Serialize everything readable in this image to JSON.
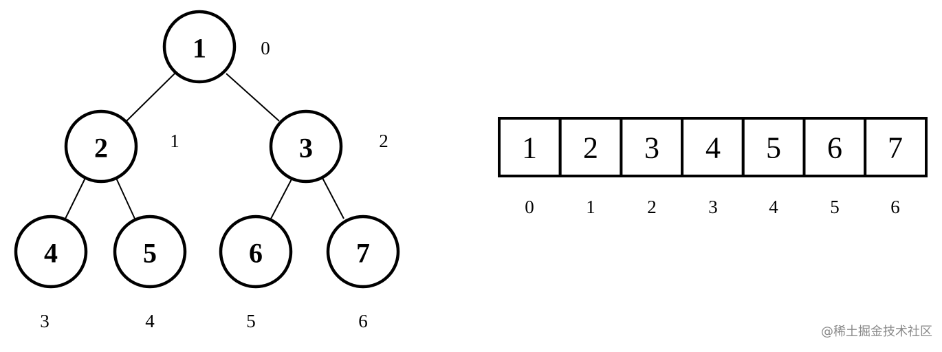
{
  "tree": {
    "nodes": [
      {
        "value": "1",
        "index": "0"
      },
      {
        "value": "2",
        "index": "1"
      },
      {
        "value": "3",
        "index": "2"
      },
      {
        "value": "4",
        "index": "3"
      },
      {
        "value": "5",
        "index": "4"
      },
      {
        "value": "6",
        "index": "5"
      },
      {
        "value": "7",
        "index": "6"
      }
    ]
  },
  "array": {
    "cells": [
      "1",
      "2",
      "3",
      "4",
      "5",
      "6",
      "7"
    ],
    "indices": [
      "0",
      "1",
      "2",
      "3",
      "4",
      "5",
      "6"
    ]
  },
  "watermark": "@稀土掘金技术社区"
}
